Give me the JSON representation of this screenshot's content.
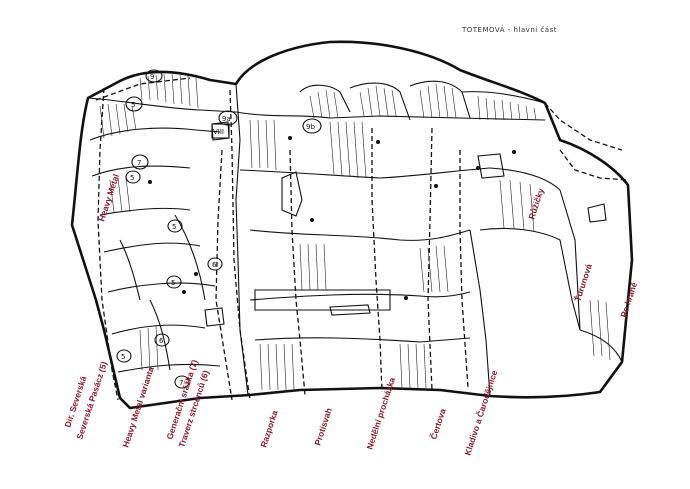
{
  "title": "TOTEMOVÁ - hlavní část",
  "routes": [
    {
      "id": "dir-severska",
      "label": "Dir. Severská"
    },
    {
      "id": "severska-pasacz",
      "label": "Severská Pasácz (5)"
    },
    {
      "id": "heavy-metal",
      "label": "Heavy Metal"
    },
    {
      "id": "heavy-metal-varianta",
      "label": "Heavy Metal varianta"
    },
    {
      "id": "generacni-srazka",
      "label": "Generační srážka (7)"
    },
    {
      "id": "traverz-strcencu",
      "label": "Traverz strcenců (6)"
    },
    {
      "id": "razporka",
      "label": "Razporka"
    },
    {
      "id": "protisvah",
      "label": "Protisvah"
    },
    {
      "id": "nedelni-prochazka",
      "label": "Nedělní procházka"
    },
    {
      "id": "certova",
      "label": "Čertova"
    },
    {
      "id": "kladivo",
      "label": "Kladivo a Čarodějnice"
    },
    {
      "id": "ruzicky",
      "label": "Růžičky"
    },
    {
      "id": "turunova",
      "label": "Ťurunová"
    },
    {
      "id": "po-hrane",
      "label": "Po hraně"
    }
  ],
  "grades": [
    "9a",
    "9b",
    "VIII",
    "5",
    "7",
    "5",
    "5",
    "6",
    "5",
    "6",
    "5",
    "9",
    "7"
  ],
  "colors": {
    "label": "#8b1a2b",
    "ink": "#111111"
  }
}
